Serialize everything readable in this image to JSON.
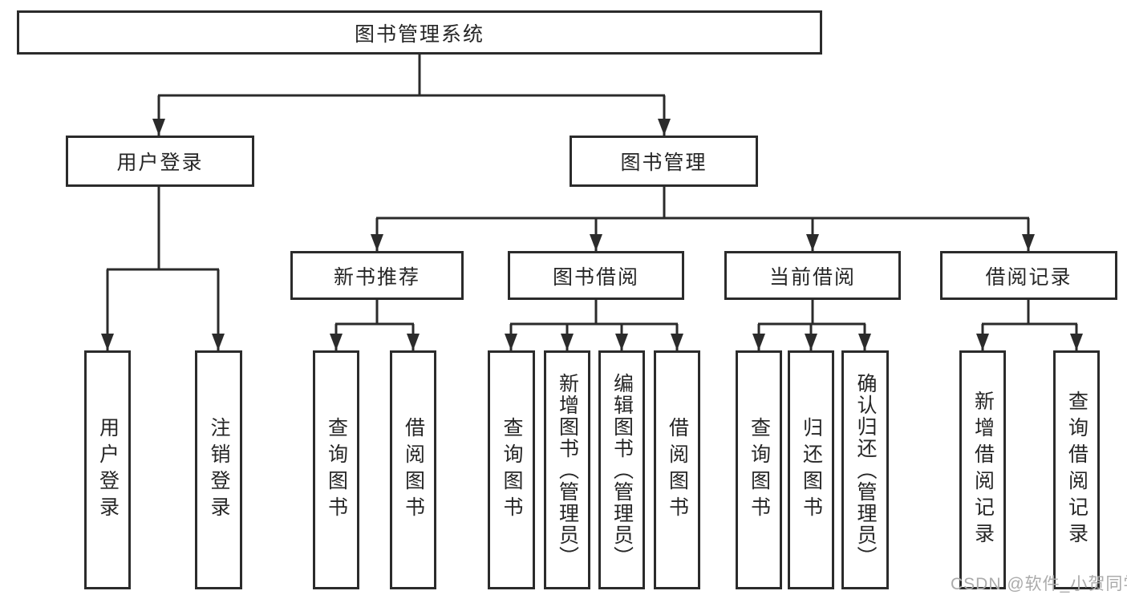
{
  "tree": {
    "root": {
      "label": "图书管理系统"
    },
    "level2": [
      {
        "label": "用户登录",
        "leaves": [
          {
            "label": "用户登录"
          },
          {
            "label": "注销登录"
          }
        ]
      },
      {
        "label": "图书管理",
        "sections": [
          {
            "label": "新书推荐",
            "leaves": [
              {
                "label": "查询图书"
              },
              {
                "label": "借阅图书"
              }
            ]
          },
          {
            "label": "图书借阅",
            "leaves": [
              {
                "label": "查询图书"
              },
              {
                "label": "新增图书（管理员）"
              },
              {
                "label": "编辑图书（管理员）"
              },
              {
                "label": "借阅图书"
              }
            ]
          },
          {
            "label": "当前借阅",
            "leaves": [
              {
                "label": "查询图书"
              },
              {
                "label": "归还图书"
              },
              {
                "label": "确认归还（管理员）"
              }
            ]
          },
          {
            "label": "借阅记录",
            "leaves": [
              {
                "label": "新增借阅记录"
              },
              {
                "label": "查询借阅记录"
              }
            ]
          }
        ]
      }
    ]
  },
  "watermark": {
    "text": "CSDN @软件_小贺同学"
  },
  "colors": {
    "line": "#2b2b2b",
    "text": "#262626",
    "watermark": "#ababab",
    "background": "#ffffff"
  }
}
